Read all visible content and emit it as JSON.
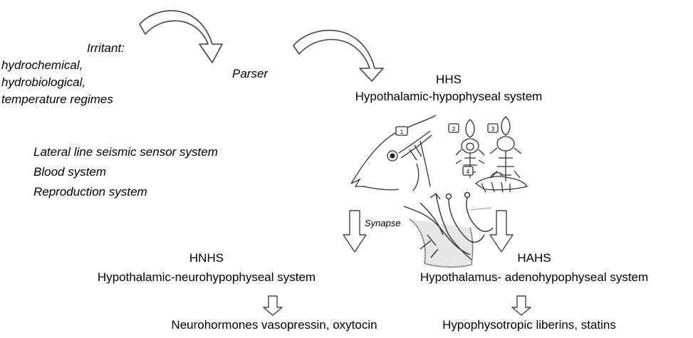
{
  "irritant": {
    "title": "Irritant:",
    "lines": [
      "hydrochemical,",
      "hydrobiological,",
      "temperature regimes"
    ]
  },
  "parser_label": "Parser",
  "hhs": {
    "abbr": "HHS",
    "full": "Hypothalamic-hypophyseal system"
  },
  "sensor_systems": [
    "Lateral line seismic sensor system",
    "Blood system",
    "Reproduction system"
  ],
  "synapse_label": "Synapse",
  "figure_numbers": [
    "1",
    "2",
    "3",
    "4"
  ],
  "hnhs": {
    "abbr": "HNHS",
    "full": "Hypothalamic-neurohypophyseal system"
  },
  "hahs": {
    "abbr": "HAHS",
    "full": "Hypothalamus- adenohypophyseal system"
  },
  "outputs": {
    "neuro": "Neurohormones vasopressin, oxytocin",
    "adeno": "Hypophysotropic liberins, statins"
  }
}
